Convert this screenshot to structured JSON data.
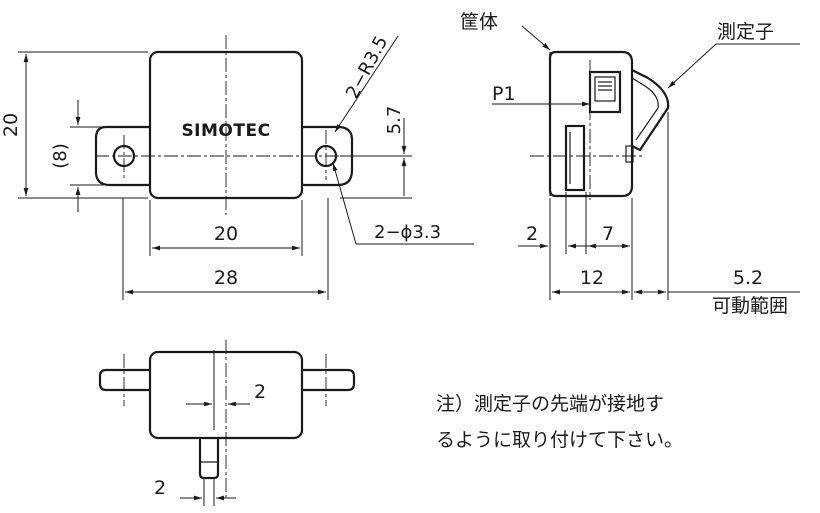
{
  "brand": "SIMOTEC",
  "front": {
    "height_label": "20",
    "hole_pitch_label": "(8)",
    "radius_label": "2−R3.5",
    "offset_label": "5.7",
    "hole_label": "2−ϕ3.3",
    "body_width_label": "20",
    "overall_width_label": "28"
  },
  "side": {
    "housing_label": "筐体",
    "probe_label": "測定子",
    "connector_label": "P1",
    "dim_2_label": "2",
    "dim_7_label": "7",
    "dim_12_label": "12",
    "stroke_label": "5.2",
    "range_label": "可動範囲"
  },
  "bottom": {
    "probe_width_label": "2",
    "tip_width_label": "2"
  },
  "note": {
    "line1": "注）測定子の先端が接地す",
    "line2": "るように取り付けて下さい。"
  }
}
